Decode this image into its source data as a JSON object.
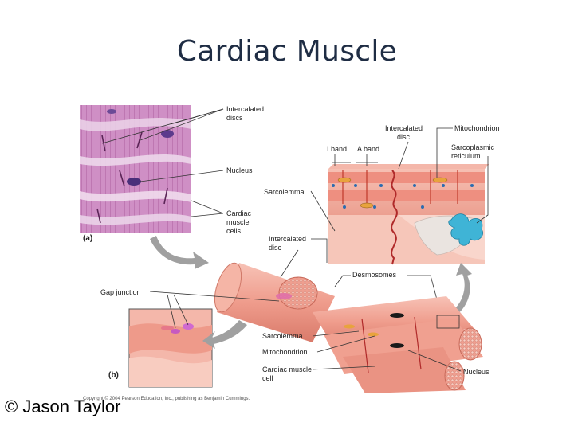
{
  "title": "Cardiac Muscle",
  "labels": {
    "intercalated_discs": [
      "Intercalated",
      "discs"
    ],
    "nucleus_a": "Nucleus",
    "cardiac_muscle_cells": [
      "Cardiac",
      "muscle",
      "cells"
    ],
    "panel_a": "(a)",
    "intercalated_disc_top": [
      "Intercalated",
      "disc"
    ],
    "mitochondrion_top": "Mitochondrion",
    "i_band": "I band",
    "a_band": "A band",
    "sarcoplasmic_reticulum": [
      "Sarcoplasmic",
      "reticulum"
    ],
    "sarcolemma_top": "Sarcolemma",
    "intercalated_disc_mid": [
      "Intercalated",
      "disc"
    ],
    "desmosomes": "Desmosomes",
    "gap_junction": "Gap junction",
    "sarcolemma_bottom": "Sarcolemma",
    "mitochondrion_bottom": "Mitochondrion",
    "cardiac_muscle_cell": [
      "Cardiac muscle",
      "cell"
    ],
    "nucleus_b": "Nucleus",
    "panel_b": "(b)",
    "copyright": "Copyright © 2004 Pearson Education, Inc., publishing as Benjamin Cummings."
  },
  "credit": "© Jason Taylor",
  "colors": {
    "title": "#1f2d44",
    "histology_bg": "#d7a3cf",
    "muscle_pink": "#f2a69a",
    "muscle_dark": "#d9786b",
    "reticulum_blue": "#3fb4d6",
    "arrow_gray": "#9a9a9a"
  },
  "icons": [
    "arrow-curved-icon"
  ]
}
